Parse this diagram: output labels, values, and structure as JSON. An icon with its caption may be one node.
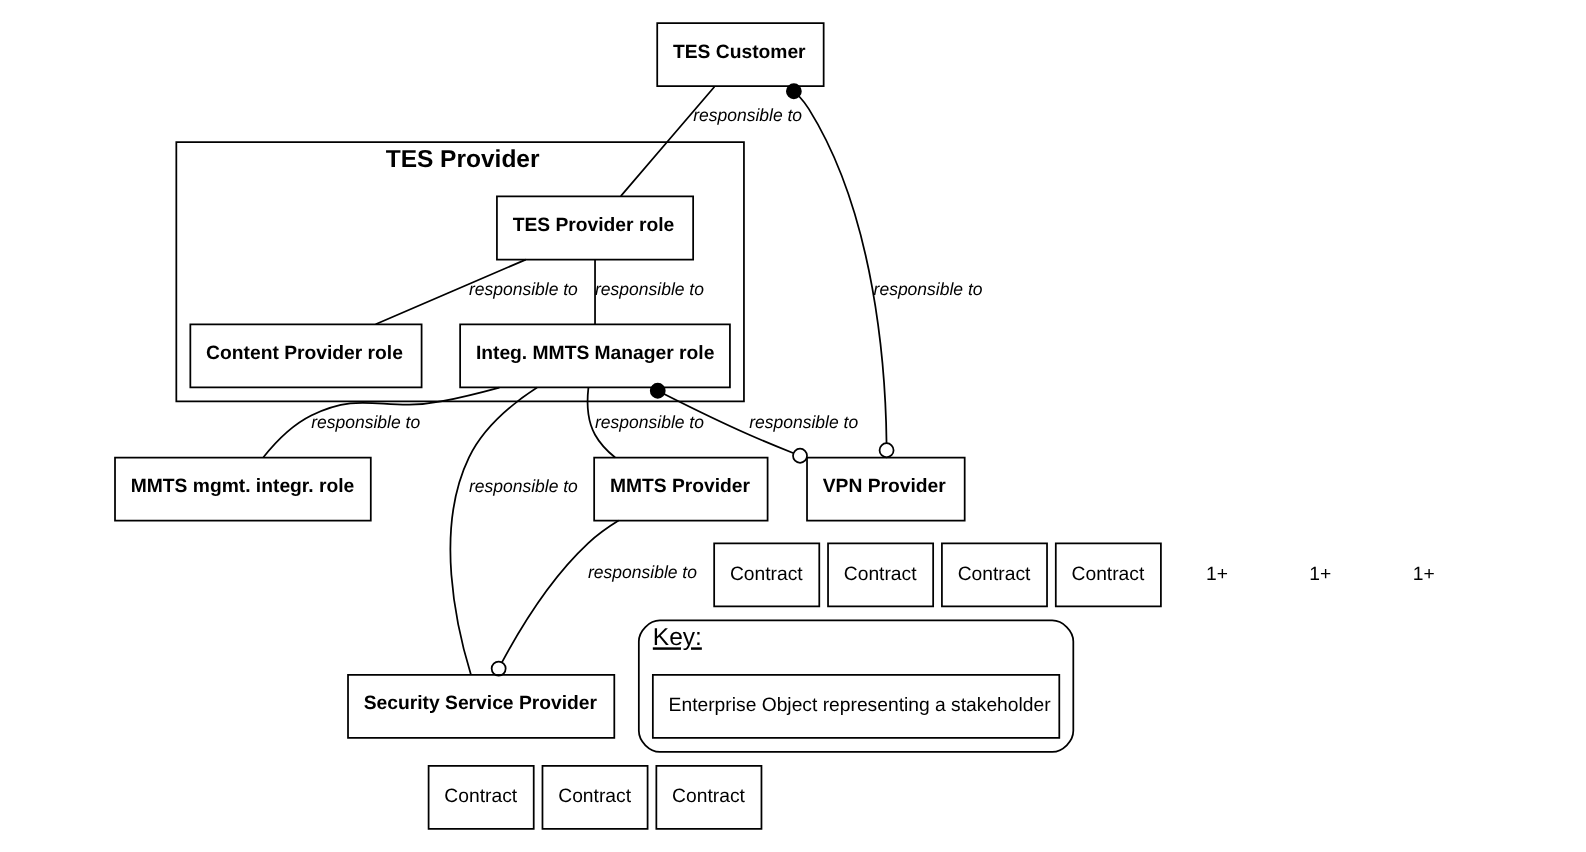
{
  "diagram": {
    "nodes": [
      {
        "text": [
          "TES Provider"
        ]
      },
      {
        "text": [
          "Contract"
        ]
      },
      {
        "text": [
          "TES Customer"
        ]
      },
      {
        "text": [
          "TES Provider role"
        ],
        "in": 0
      },
      {
        "text": [
          "Content Provider role"
        ],
        "in": 0
      },
      {
        "text": [
          "Integ. MMTS Manager role"
        ],
        "in": 0
      },
      {
        "text": [
          "Contract"
        ]
      },
      {
        "text": [
          "MMTS mgmt. integr. role"
        ]
      },
      {
        "text": [
          "Contract"
        ]
      },
      {
        "text": [
          "Contract"
        ]
      },
      {
        "text": [
          "Contract"
        ]
      },
      {
        "text": [
          "Contract"
        ]
      },
      {
        "text": [
          "Security Service Provider"
        ]
      },
      {
        "text": [
          "MMTS Provider"
        ]
      },
      {
        "text": [
          "Contract"
        ]
      },
      {
        "text": [
          "VPN Provider"
        ]
      },
      {
        "text": [
          "Key:"
        ]
      },
      {
        "text": [
          "Enterprise Object representing a stakeholder"
        ],
        "in": 16
      }
    ],
    "edges": [
      {
        "from": 2,
        "to": 3,
        "arrow": "none",
        "label": "responsible to"
      },
      {
        "from": 3,
        "to": 4,
        "arrow": "none",
        "label": "responsible to"
      },
      {
        "from": 3,
        "to": 5,
        "arrow": "none",
        "label": "responsible to"
      },
      {
        "from": 5,
        "to": 7,
        "arrow": "none",
        "label": "responsible to"
      },
      {
        "from": 5,
        "to": 12,
        "arrow": "none",
        "label": "responsible to"
      },
      {
        "from": 5,
        "to": 13,
        "arrow": "none",
        "label": "responsible to"
      },
      {
        "from": 13,
        "to": 12,
        "arrow": "other",
        "label": "responsible to"
      },
      {
        "from": 5,
        "to": 15,
        "arrow": "other",
        "label": "responsible to"
      },
      {
        "from": 2,
        "to": 15,
        "arrow": "other",
        "label": "responsible to"
      }
    ],
    "labels": [
      "1+",
      "1+",
      "1+"
    ]
  }
}
